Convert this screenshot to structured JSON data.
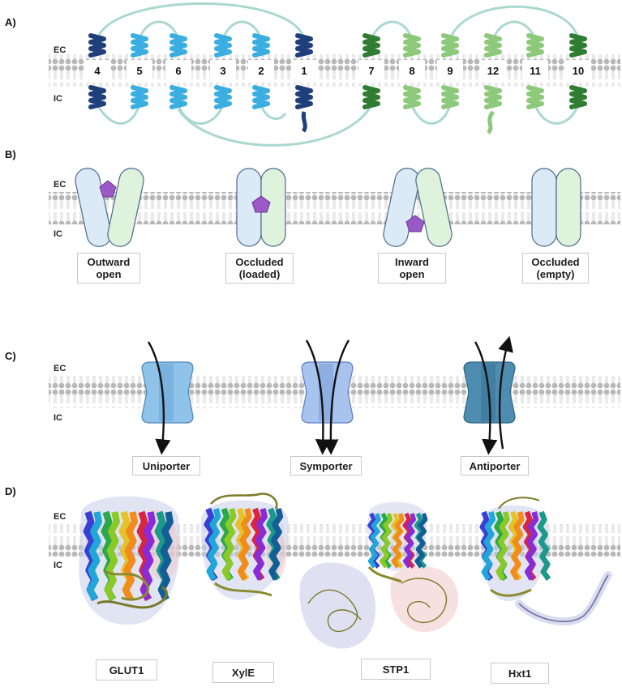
{
  "panels": {
    "a": {
      "label": "A)",
      "ec": "EC",
      "ic": "IC",
      "n_domain": [
        "4",
        "5",
        "6",
        "3",
        "2",
        "1"
      ],
      "c_domain": [
        "7",
        "8",
        "9",
        "12",
        "11",
        "10"
      ]
    },
    "b": {
      "label": "B)",
      "ec": "EC",
      "ic": "IC",
      "states": [
        {
          "line1": "Outward",
          "line2": "open"
        },
        {
          "line1": "Occluded",
          "line2": "(loaded)"
        },
        {
          "line1": "Inward",
          "line2": "open"
        },
        {
          "line1": "Occluded",
          "line2": "(empty)"
        }
      ]
    },
    "c": {
      "label": "C)",
      "ec": "EC",
      "ic": "IC",
      "types": [
        "Uniporter",
        "Symporter",
        "Antiporter"
      ]
    },
    "d": {
      "label": "D)",
      "ec": "EC",
      "ic": "IC",
      "proteins": [
        "GLUT1",
        "XylE",
        "STP1",
        "Hxt1"
      ]
    }
  },
  "colors": {
    "dark_blue": "#1f3f7a",
    "light_blue": "#3aaee0",
    "dark_green": "#2e7d32",
    "light_green": "#8cc97a",
    "loop": "#a9d8d0",
    "membrane": "#b9b9b9",
    "substrate": "#9b59c8",
    "n_half": "#dce9f6",
    "c_half": "#dff2dc"
  }
}
